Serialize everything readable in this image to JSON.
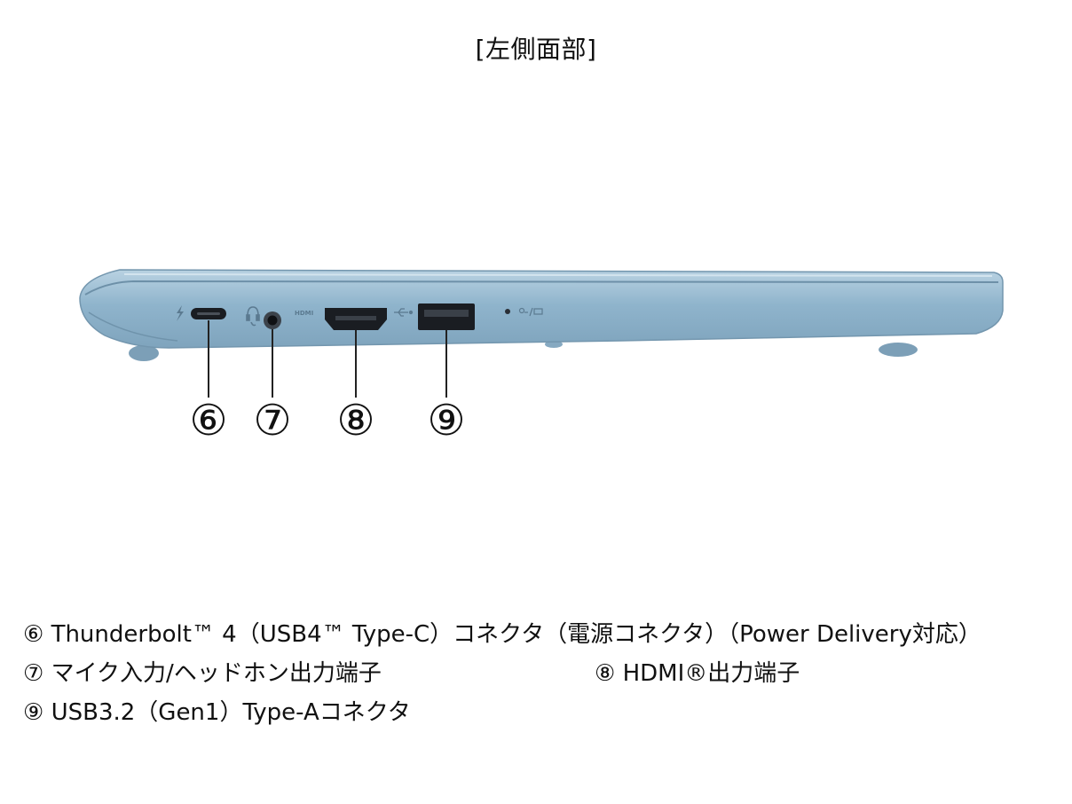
{
  "title": "[左側面部]",
  "callouts": [
    {
      "num": "⑥"
    },
    {
      "num": "⑦"
    },
    {
      "num": "⑧"
    },
    {
      "num": "⑨"
    }
  ],
  "legend": {
    "line1": "⑥ Thunderbolt™ 4（USB4™ Type-C）コネクタ（電源コネクタ）（Power Delivery対応）",
    "line2a": "⑦ マイク入力/ヘッドホン出力端子",
    "line2b": "⑧ HDMI®出力端子",
    "line3": "⑨ USB3.2（Gen1）Type-Aコネクタ"
  },
  "icons": [
    "thunderbolt-icon",
    "headset-icon",
    "hdmi-label",
    "usb-icon",
    "led-indicator"
  ],
  "colors": {
    "body": "#8fb4cc",
    "body_light": "#a9c7db",
    "body_dark": "#6f93ab",
    "port": "#1a1d22",
    "leader": "#222222"
  }
}
